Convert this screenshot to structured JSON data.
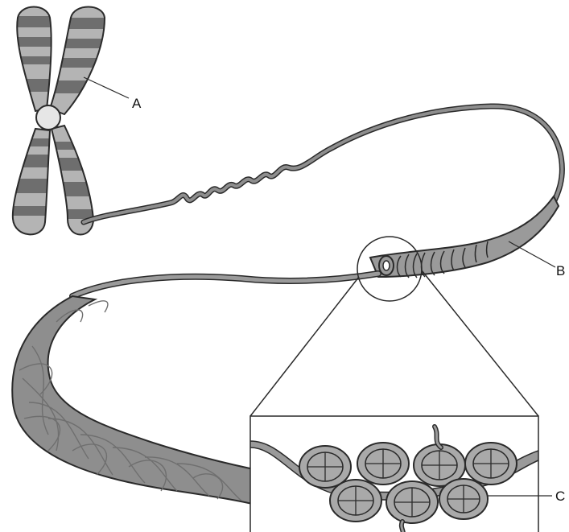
{
  "labels": {
    "a": "A",
    "b": "B",
    "c": "C"
  },
  "colors": {
    "outline": "#2a2a2a",
    "band_dark": "#6e6e6e",
    "band_light": "#b4b4b4",
    "fiber": "#8e8e8e",
    "fiber_light": "#a6a6a6",
    "centromere": "#e6e6e6",
    "nucleosome": "#a9a9a9",
    "helix_line": "#6f6f6f",
    "background": "#ffffff"
  }
}
